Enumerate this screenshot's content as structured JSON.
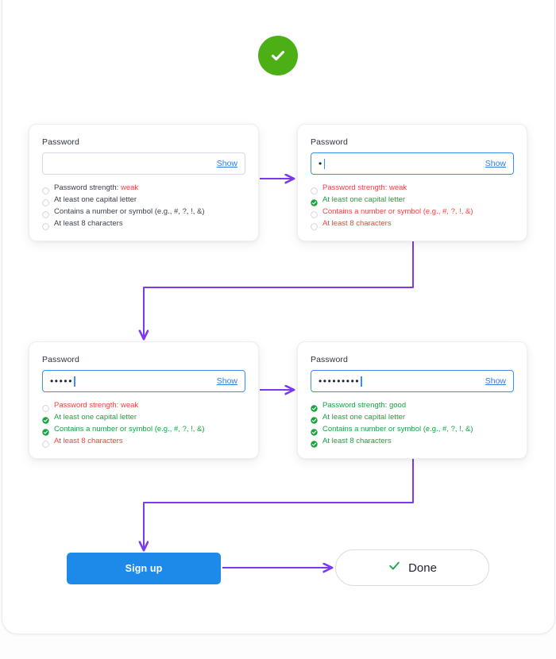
{
  "success_badge": {
    "icon": "check-circle-icon",
    "color": "#4caf15"
  },
  "labels": {
    "password": "Password",
    "show": "Show"
  },
  "criteria_labels": {
    "strength_prefix": "Password strength: ",
    "capital": "At least one capital letter",
    "number_symbol": "Contains a number or symbol (e.g., #, ?, !, &)",
    "length": "At least 8 characters"
  },
  "cards": [
    {
      "id": "card-1",
      "label": "Password",
      "value": "",
      "dots": "",
      "caret": false,
      "focused": false,
      "show_label": "Show",
      "criteria": [
        {
          "label": "Password strength: ",
          "value": "weak",
          "state": "neutral",
          "value_state": "weak",
          "met": false
        },
        {
          "label": "At least one capital letter",
          "value": "",
          "state": "neutral",
          "met": false
        },
        {
          "label": "Contains a number or symbol (e.g., #, ?, !, &)",
          "value": "",
          "state": "neutral",
          "met": false
        },
        {
          "label": "At least 8 characters",
          "value": "",
          "state": "neutral",
          "met": false
        }
      ]
    },
    {
      "id": "card-2",
      "label": "Password",
      "value": "•",
      "dots": "•",
      "caret": true,
      "focused": true,
      "show_label": "Show",
      "criteria": [
        {
          "label": "Password strength: ",
          "value": "weak",
          "state": "bad",
          "value_state": "bad",
          "met": false
        },
        {
          "label": "At least one capital letter",
          "value": "",
          "state": "good",
          "met": true
        },
        {
          "label": "Contains a number or symbol (e.g., #, ?, !, &)",
          "value": "",
          "state": "bad",
          "met": false
        },
        {
          "label": "At least 8 characters",
          "value": "",
          "state": "bad",
          "met": false
        }
      ]
    },
    {
      "id": "card-3",
      "label": "Password",
      "value": "•••••",
      "dots": "•••••",
      "caret": true,
      "focused": true,
      "show_label": "Show",
      "criteria": [
        {
          "label": "Password strength: ",
          "value": "weak",
          "state": "bad",
          "value_state": "bad",
          "met": false
        },
        {
          "label": "At least one capital letter",
          "value": "",
          "state": "good",
          "met": true
        },
        {
          "label": "Contains a number or symbol (e.g., #, ?, !, &)",
          "value": "",
          "state": "good",
          "met": true
        },
        {
          "label": "At least 8 characters",
          "value": "",
          "state": "bad",
          "met": false
        }
      ]
    },
    {
      "id": "card-4",
      "label": "Password",
      "value": "•••••••••",
      "dots": "•••••••••",
      "caret": true,
      "focused": true,
      "show_label": "Show",
      "criteria": [
        {
          "label": "Password strength: ",
          "value": "good",
          "state": "good",
          "value_state": "good",
          "met": true
        },
        {
          "label": "At least one capital letter",
          "value": "",
          "state": "good",
          "met": true
        },
        {
          "label": "Contains a number or symbol (e.g., #, ?, !, &)",
          "value": "",
          "state": "good",
          "met": true
        },
        {
          "label": "At least 8 characters",
          "value": "",
          "state": "good",
          "met": true
        }
      ]
    }
  ],
  "signup_button": {
    "label": "Sign up",
    "color": "#1d8ae9",
    "text_color": "#ffffff"
  },
  "done_button": {
    "label": "Done",
    "icon": "check-icon",
    "icon_color": "#1fa84a"
  },
  "connector_color": "#7c3aed",
  "icons": {
    "met": "check-circle-filled-icon",
    "unmet": "circle-outline-icon",
    "badge": "check-icon",
    "done": "check-icon"
  }
}
